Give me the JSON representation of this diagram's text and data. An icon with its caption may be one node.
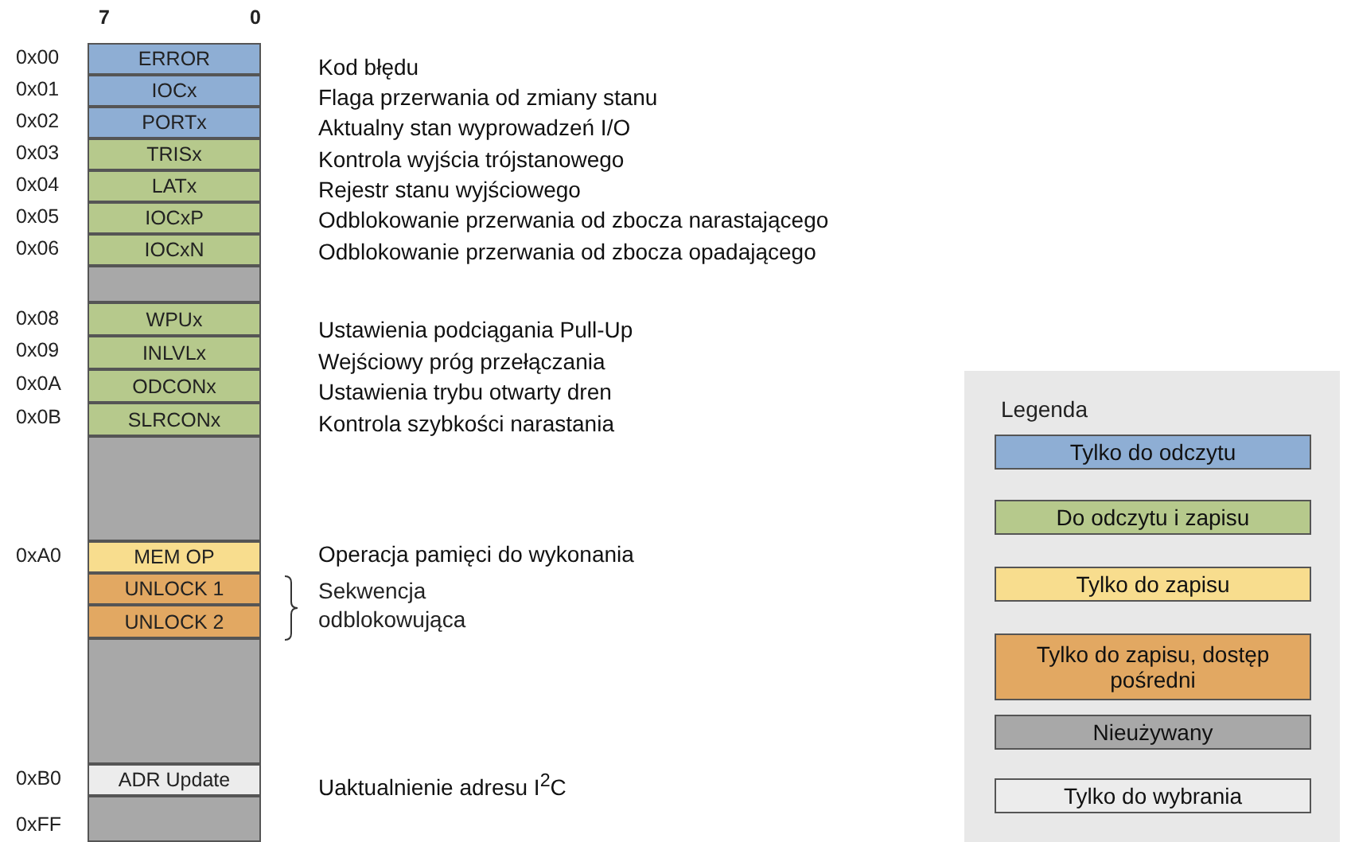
{
  "diagram": {
    "nodes": [
      {
        "text": [
          "ERROR"
        ],
        "beside": [
          "Kod błędu"
        ]
      },
      {
        "text": [
          "IOCx"
        ],
        "beside": [
          "Flaga przerwania od zmiany stanu"
        ]
      },
      {
        "text": [
          "PORTx"
        ],
        "beside": [
          "Aktualny stan wyprowadzeń I/O"
        ]
      },
      {
        "text": [
          "TRISx"
        ],
        "beside": [
          "Kontrola wyjścia trójstanowego"
        ]
      },
      {
        "text": [
          "LATx"
        ],
        "beside": [
          "Rejestr stanu wyjściowego"
        ]
      },
      {
        "text": [
          "IOCxP"
        ],
        "beside": [
          "Odblokowanie przerwania od zbocza narastającego"
        ]
      },
      {
        "text": [
          "IOCxN"
        ],
        "beside": [
          "Odblokowanie przerwania od zbocza opadającego"
        ]
      },
      {
        "text": [],
        "shape": "box"
      },
      {
        "text": [
          "WPUx"
        ],
        "beside": [
          "Ustawienia podciągania Pull-Up"
        ]
      },
      {
        "text": [
          "INLVLx"
        ],
        "beside": [
          "Wejściowy próg przełączania"
        ]
      },
      {
        "text": [
          "ODCONx"
        ],
        "beside": [
          "Ustawienia trybu otwarty dren"
        ]
      },
      {
        "text": [
          "SLRCONx"
        ],
        "beside": [
          "Kontrola szybkości narastania"
        ]
      },
      {
        "text": [],
        "shape": "box"
      },
      {
        "text": [
          "MEM OP"
        ],
        "beside": [
          "Operacja pamięci do wykonania"
        ]
      },
      {
        "text": [
          "UNLOCK 1"
        ]
      },
      {
        "text": [
          "UNLOCK 2"
        ]
      },
      {
        "text": [],
        "shape": "box"
      },
      {
        "text": [
          "ADR Update"
        ],
        "beside": [
          "Uaktualnienie adresu I$^{2}$C"
        ]
      },
      {
        "text": [],
        "shape": "box"
      }
    ],
    "labels": [
      "7",
      "0",
      "0x00",
      "0x01",
      "0x02",
      "0x03",
      "0x04",
      "0x05",
      "0x06",
      "0x08",
      "0x09",
      "0x0A",
      "0x0B",
      "0xA0",
      "Sekwencja odblokowująca",
      "0xB0",
      "0xFF",
      "Legenda"
    ],
    "legend": [
      {
        "text": "Tylko do odczytu",
        "color": "#8eaed4"
      },
      {
        "text": "Do odczytu i zapisu",
        "color": "#b6c98c"
      },
      {
        "text": "Tylko do zapisu",
        "color": "#f8dd8e"
      },
      {
        "text": "Tylko do zapisu, dostęp pośredni",
        "color": "#e2a862"
      },
      {
        "text": "Nieużywany",
        "color": "#a8a8a8"
      },
      {
        "text": "Tylko do wybrania",
        "color": "#ececec"
      }
    ]
  }
}
